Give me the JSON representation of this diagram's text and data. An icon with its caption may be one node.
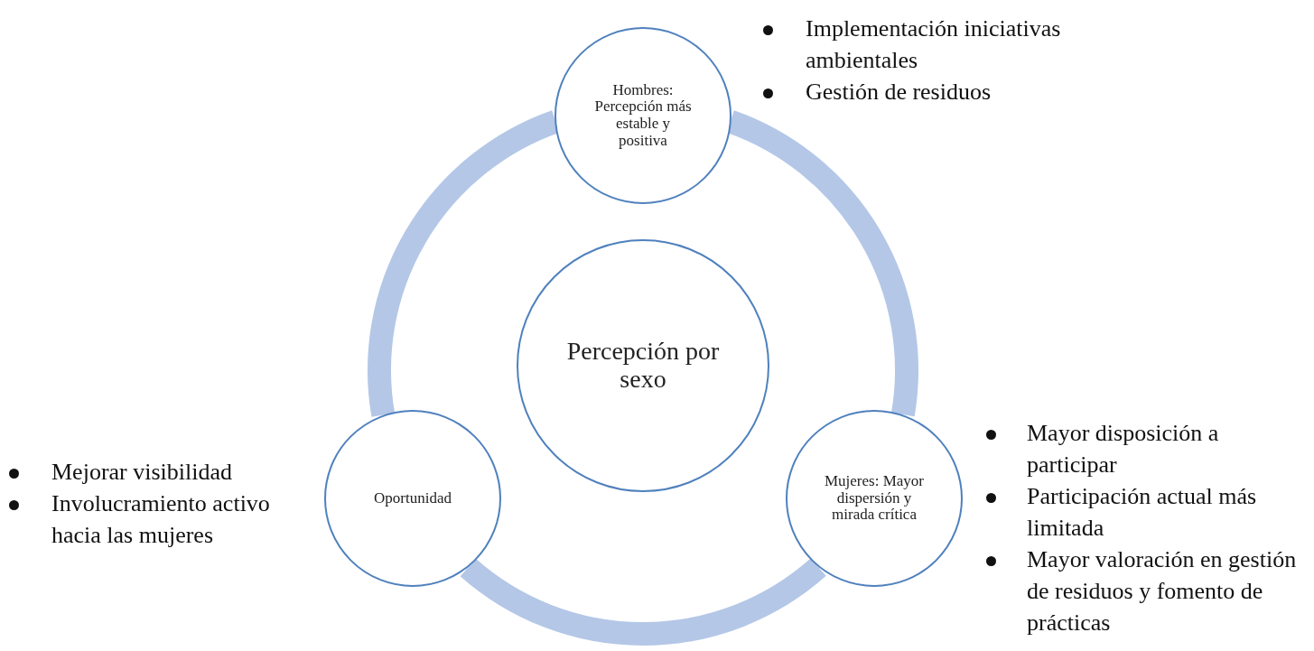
{
  "diagram": {
    "nodes": [
      {
        "text": [
          "Percepción por sexo"
        ]
      },
      {
        "text": [
          "Hombres: Percepción más estable y positiva"
        ],
        "beside": [
          "Implementación iniciativas ambientales",
          "Gestión de residuos"
        ]
      },
      {
        "text": [
          "Mujeres: Mayor dispersión y mirada crítica"
        ],
        "beside": [
          "Mayor disposición a participar",
          "Participación actual más limitada",
          "Mayor valoración en gestión de residuos y fomento de prácticas"
        ]
      },
      {
        "text": [
          "Oportunidad"
        ],
        "beside": [
          "Mejorar visibilidad",
          "Involucramiento activo hacia las mujeres"
        ]
      }
    ],
    "edges": [
      {
        "from": 1,
        "to": 2,
        "arrow": "none"
      },
      {
        "from": 2,
        "to": 3,
        "arrow": "none"
      },
      {
        "from": 3,
        "to": 1,
        "arrow": "none"
      }
    ]
  }
}
